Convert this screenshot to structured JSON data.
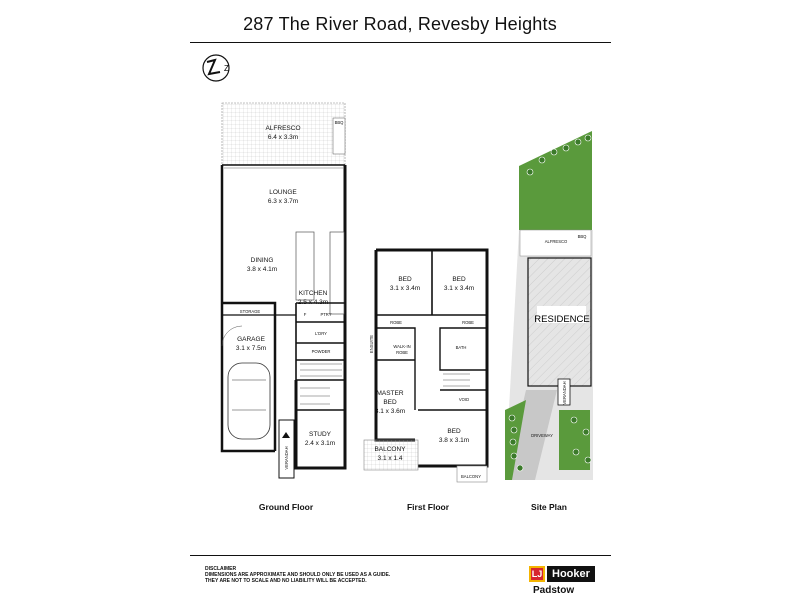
{
  "title": "287 The River Road, Revesby Heights",
  "compass": {
    "icon": "north-arrow-icon"
  },
  "ground_floor": {
    "caption": "Ground Floor",
    "rooms": {
      "alfresco": {
        "name": "ALFRESCO",
        "dims": "6.4 x 3.3m"
      },
      "bbq": "BBQ",
      "lounge": {
        "name": "LOUNGE",
        "dims": "6.3 x 3.7m"
      },
      "dining": {
        "name": "DINING",
        "dims": "3.8 x 4.1m"
      },
      "kitchen": {
        "name": "KITCHEN",
        "dims": "2.5 x 4.3m"
      },
      "fridge": "F",
      "pantry": "PTRY",
      "storage": "STORAGE",
      "garage": {
        "name": "GARAGE",
        "dims": "3.1 x 7.5m"
      },
      "laundry": "L'DRY",
      "powder": "POWDER",
      "study": {
        "name": "STUDY",
        "dims": "2.4 x 3.1m"
      },
      "verandah": "VERANDAH"
    }
  },
  "first_floor": {
    "caption": "First Floor",
    "rooms": {
      "bed1": {
        "name": "BED",
        "dims": "3.1 x 3.4m"
      },
      "bed2": {
        "name": "BED",
        "dims": "3.1 x 3.4m"
      },
      "robe1": "ROBE",
      "robe2": "ROBE",
      "ensuite": "ENSUITE",
      "walkin": "WALK-IN",
      "walkin2": "ROBE",
      "bath": "BATH",
      "master": {
        "name": "MASTER",
        "name2": "BED",
        "dims": "3.1 x 3.6m"
      },
      "void": "VOID",
      "bed3": {
        "name": "BED",
        "dims": "3.8 x 3.1m"
      },
      "balcony1": {
        "name": "BALCONY",
        "dims": "3.1 x 1.4"
      },
      "balcony2": "BALCONY"
    }
  },
  "site_plan": {
    "caption": "Site Plan",
    "labels": {
      "alfresco": "ALFRESCO",
      "bbq": "BBQ",
      "residence": "RESIDENCE",
      "verandah": "VERANDAH",
      "driveway": "DRIVEWAY"
    }
  },
  "disclaimer": {
    "heading": "DISCLAIMER",
    "line1": "DIMENSIONS ARE APPROXIMATE AND SHOULD ONLY BE USED AS A GUIDE.",
    "line2": "THEY ARE NOT TO SCALE AND NO LIABILITY WILL BE ACCEPTED."
  },
  "agency": {
    "logo_letters": "LJ",
    "brand": "Hooker",
    "office": "Padstow",
    "colors": {
      "red": "#d7262e",
      "gold": "#f4b400"
    }
  }
}
